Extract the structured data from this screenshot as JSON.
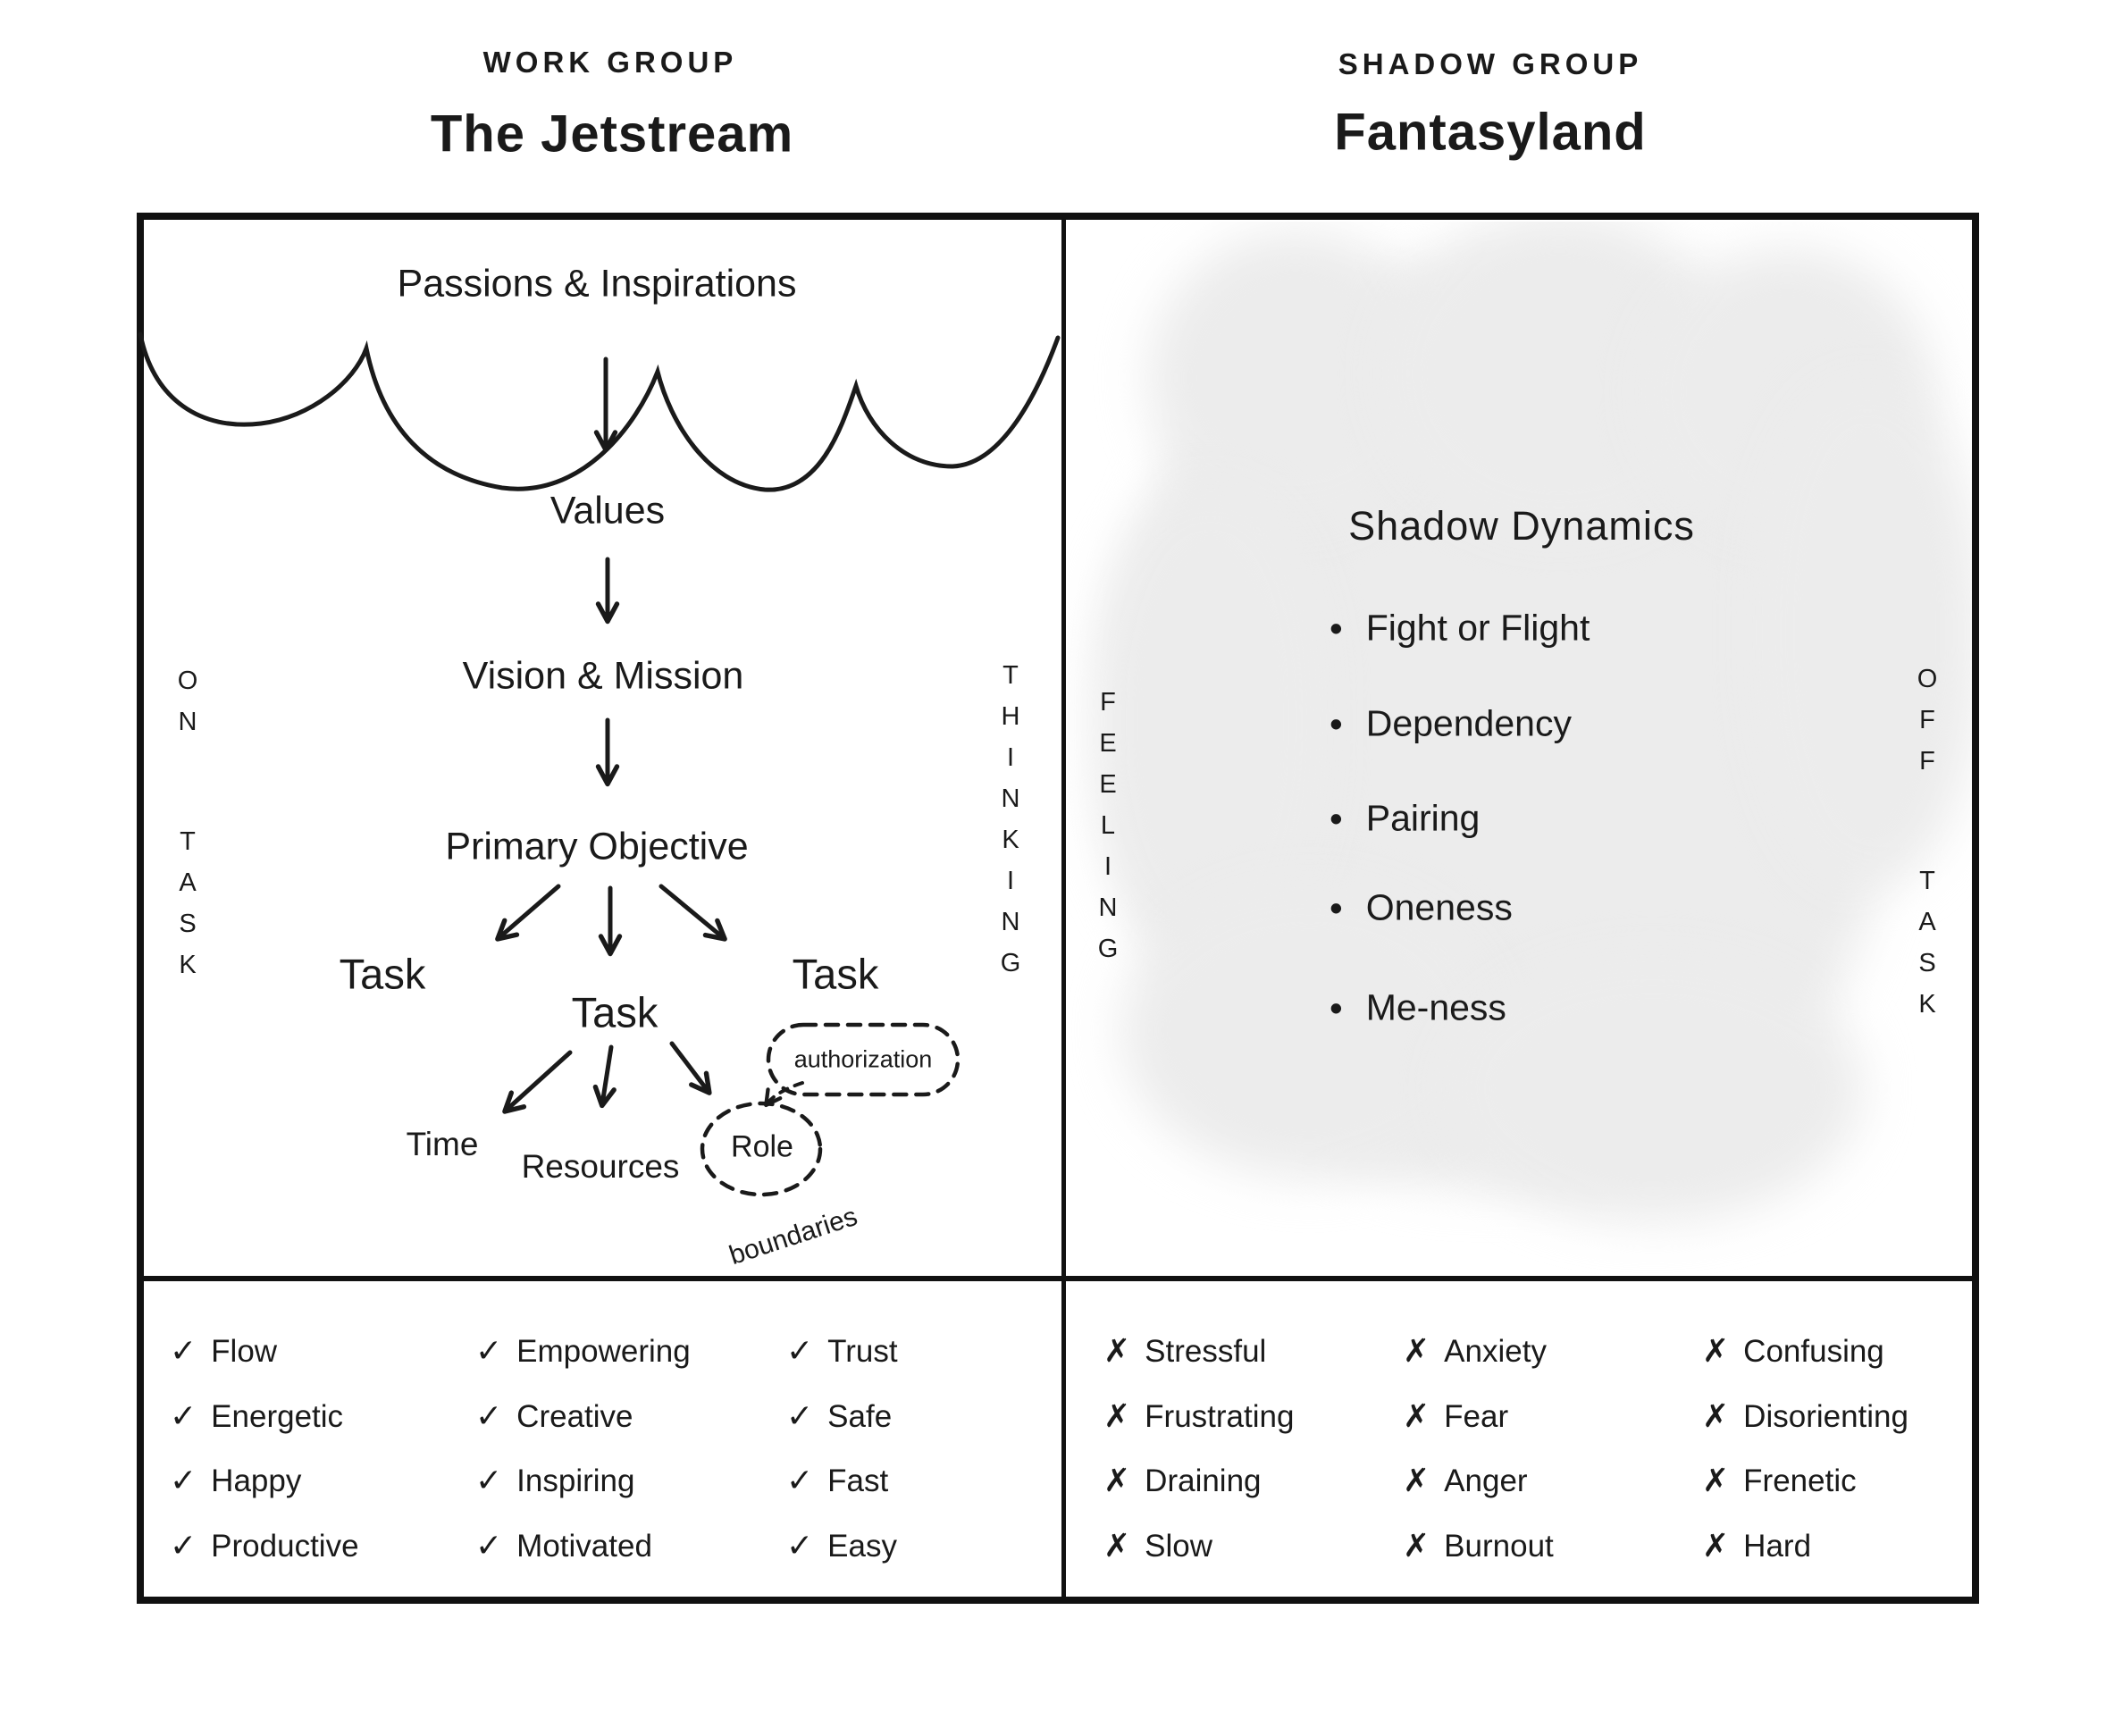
{
  "header": {
    "left_kicker": "WORK GROUP",
    "left_title": "The Jetstream",
    "right_kicker": "SHADOW GROUP",
    "right_title": "Fantasyland"
  },
  "left_panel": {
    "cloud_label": "Passions & Inspirations",
    "flow": [
      "Values",
      "Vision & Mission",
      "Primary Objective"
    ],
    "tasks": [
      "Task",
      "Task",
      "Task"
    ],
    "time_label": "Time",
    "resources_label": "Resources",
    "role_label": "Role",
    "authorization_label": "authorization",
    "boundaries_label": "boundaries",
    "side_left": "ON TASK",
    "side_right": "THINKING"
  },
  "right_panel": {
    "heading": "Shadow Dynamics",
    "items": [
      "Fight or Flight",
      "Dependency",
      "Pairing",
      "Oneness",
      "Me-ness"
    ],
    "side_left": "FEELING",
    "side_right": "OFF TASK"
  },
  "bottom_left": {
    "columns": [
      [
        "Flow",
        "Energetic",
        "Happy",
        "Productive"
      ],
      [
        "Empowering",
        "Creative",
        "Inspiring",
        "Motivated"
      ],
      [
        "Trust",
        "Safe",
        "Fast",
        "Easy"
      ]
    ]
  },
  "bottom_right": {
    "columns": [
      [
        "Stressful",
        "Frustrating",
        "Draining",
        "Slow"
      ],
      [
        "Anxiety",
        "Fear",
        "Anger",
        "Burnout"
      ],
      [
        "Confusing",
        "Disorienting",
        "Frenetic",
        "Hard"
      ]
    ]
  },
  "icons": {
    "check": "✓",
    "cross": "✗",
    "bullet": "•"
  },
  "colors": {
    "ink": "#1a1a1a",
    "shadow_cloud": "#ececec",
    "background": "#ffffff"
  }
}
